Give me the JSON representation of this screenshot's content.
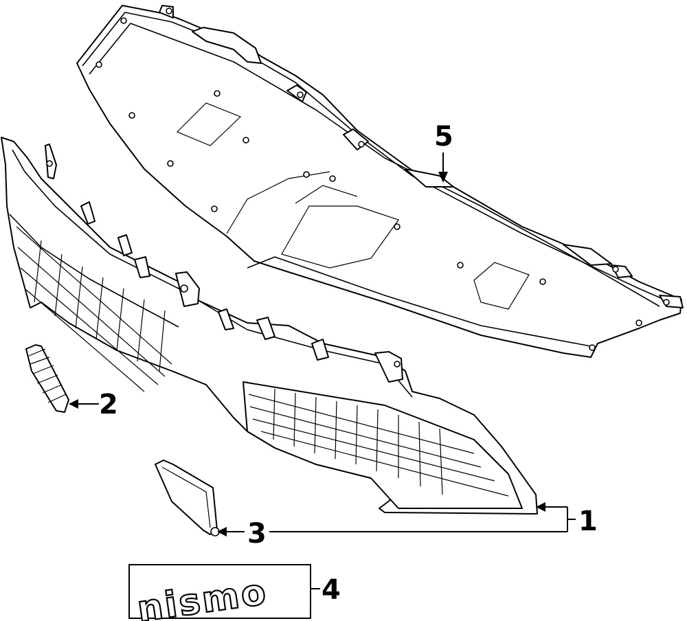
{
  "callouts": {
    "part_1": "1",
    "part_2": "2",
    "part_3": "3",
    "part_4": "4",
    "part_5": "5"
  },
  "emblem": {
    "text": "nismo"
  }
}
